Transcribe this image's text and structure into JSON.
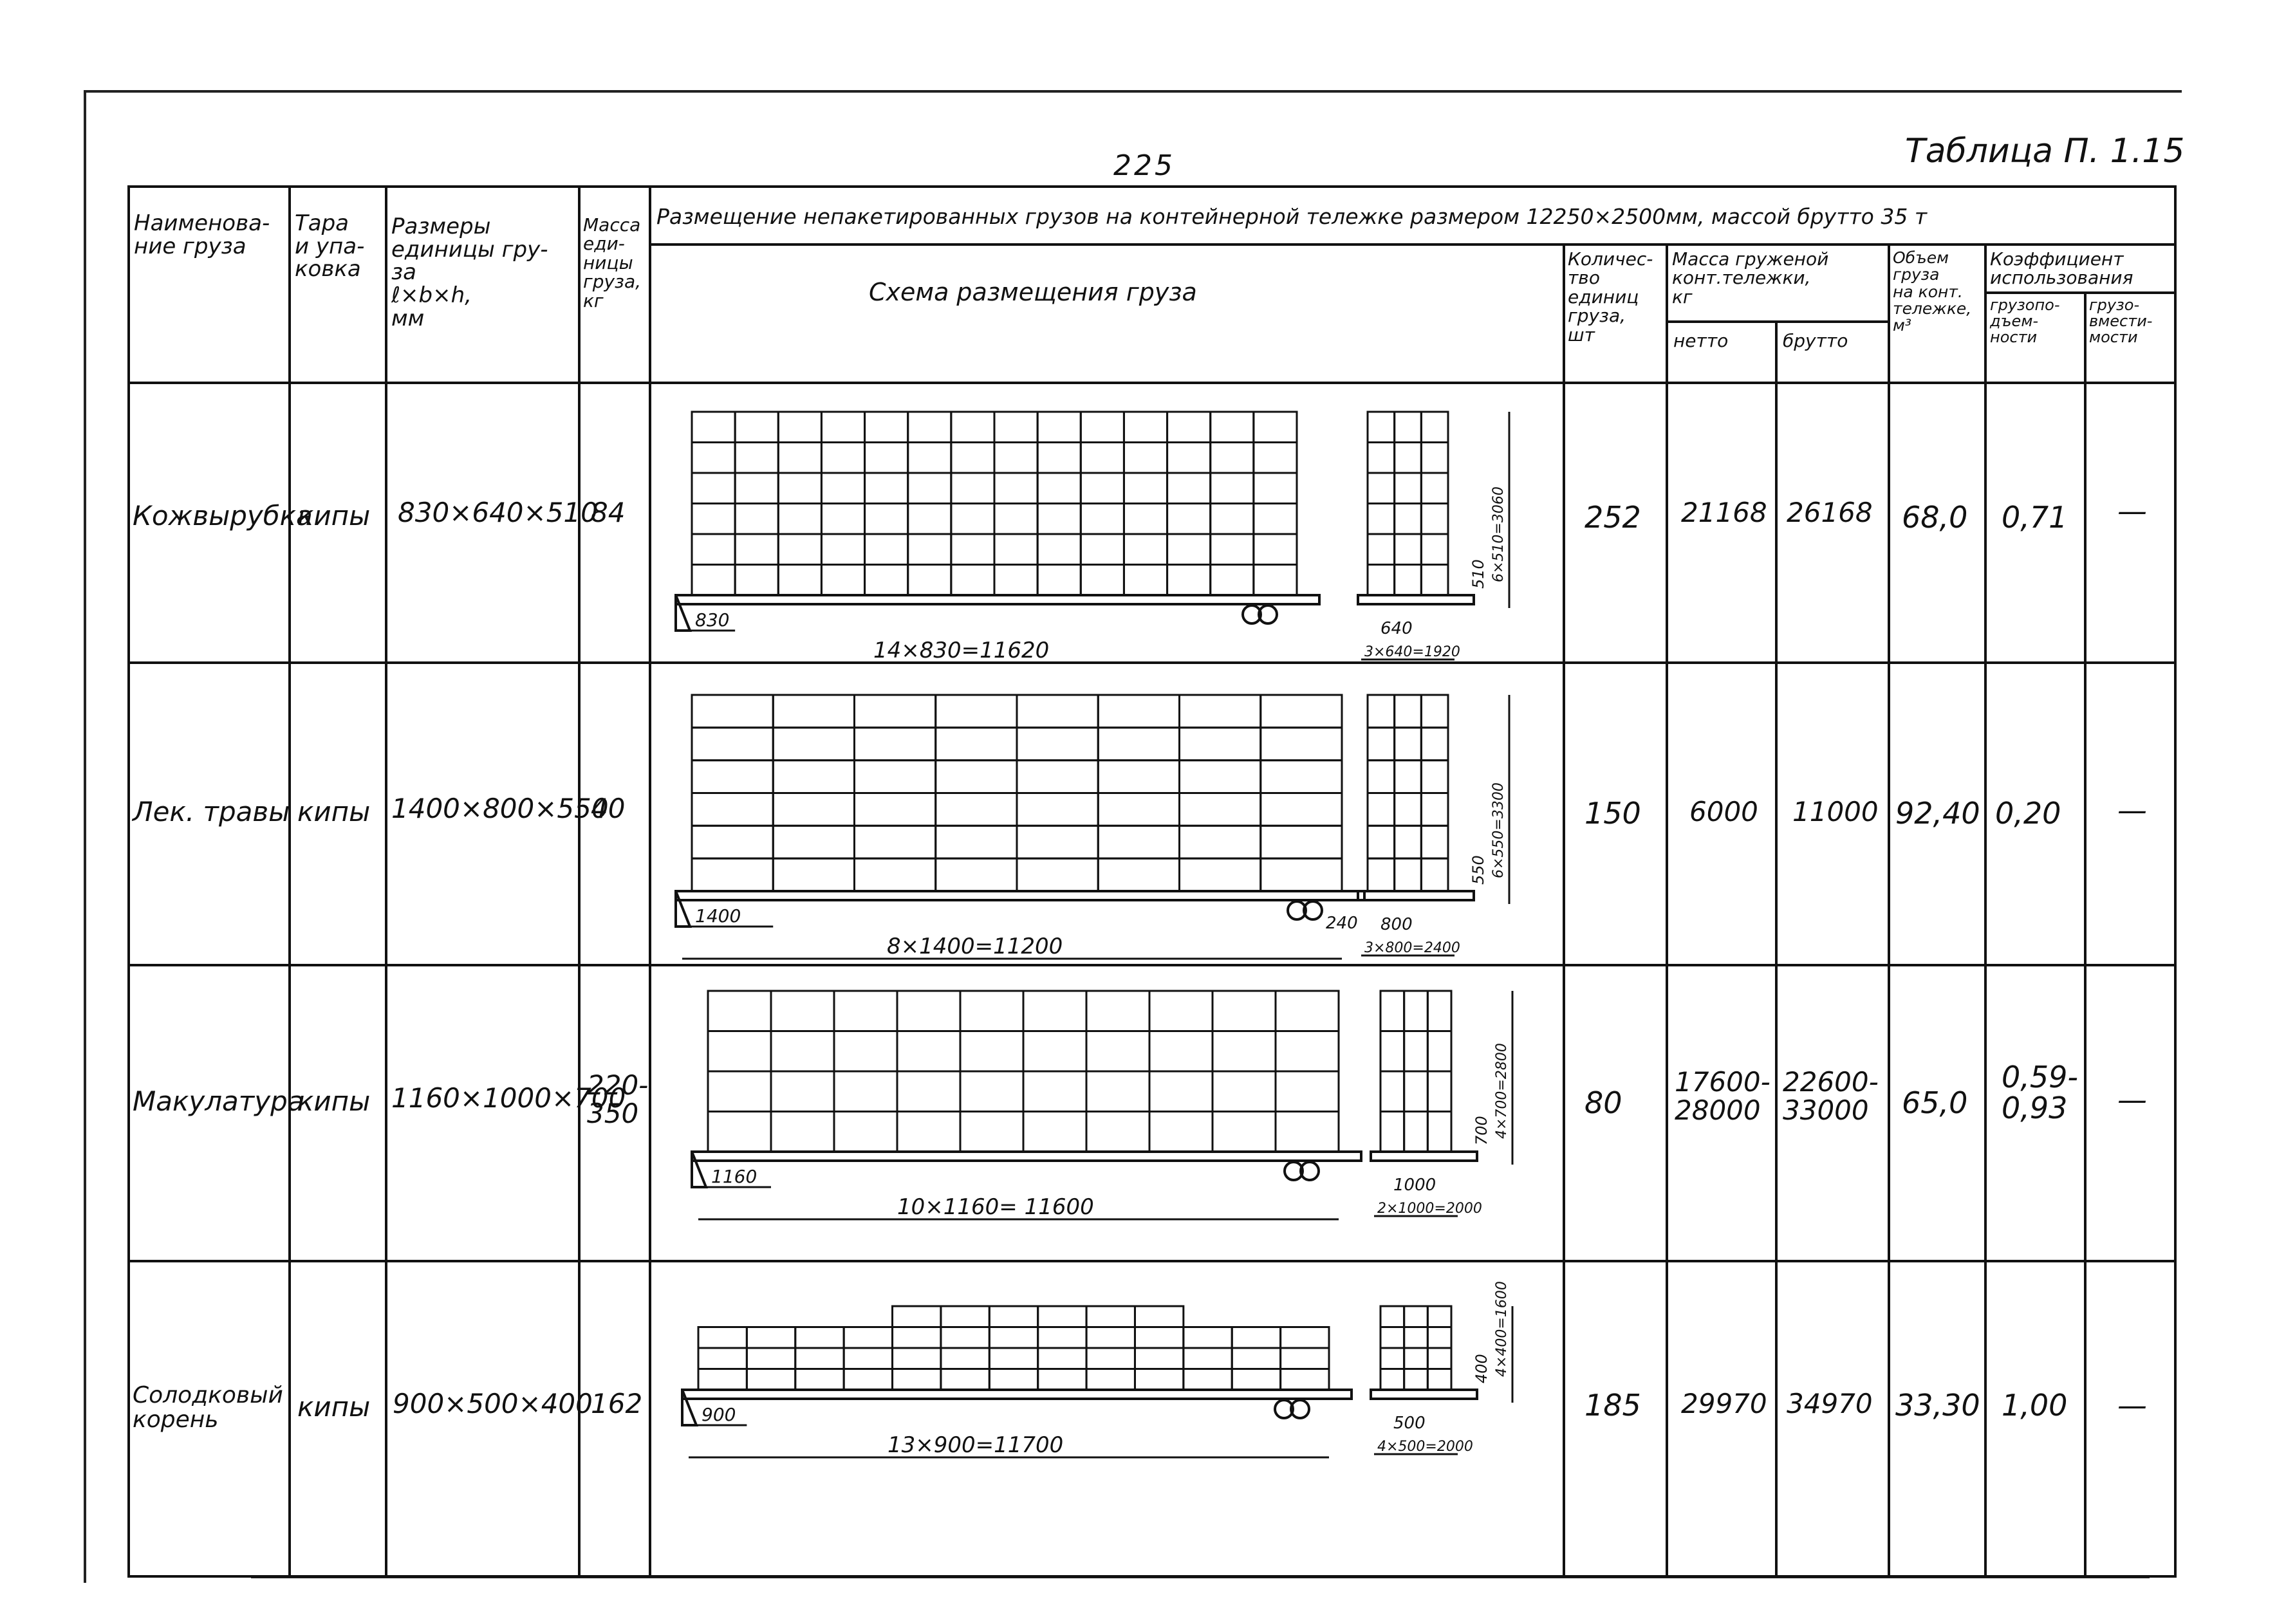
{
  "page_number": "225",
  "table_title": "Таблица П. 1.15",
  "headers": {
    "col_name": "Наименова-\nние груза",
    "col_pack": "Тара\nи упа-\nковка",
    "col_size": "Размеры\nединицы гру-\nза\nℓ×b×h,\nмм",
    "col_mass": "Масса\nеди-\nницы\nгруза,\nкг",
    "span_title": "Размещение непакетированных грузов на контейнерной тележке размером 12250×2500мм, массой брутто 35 т",
    "scheme": "Схема размещения груза",
    "count": "Количес-\nтво\nединиц\nгруза,\nшт",
    "mass_group": "Масса груженой\nконт.тележки,\nкг",
    "netto": "нетто",
    "brutto": "брутто",
    "volume": "Объем\nгруза\nна конт.\nтележке,\nм³",
    "coef_group": "Коэффициент\nиспользования",
    "coef_cap": "грузопо-\nдъем-\nности",
    "coef_vol": "грузо-\nвмести-\nмости"
  },
  "rows": [
    {
      "name": "Кожвырубка",
      "pack": "кипы",
      "size": "830×640×510",
      "mass": "84",
      "count": "252",
      "netto": "21168",
      "brutto": "26168",
      "volume": "68,0",
      "coef_cap": "0,71",
      "coef_vol": "—",
      "scheme": {
        "unit": "830",
        "total": "14×830=11620",
        "side_unit": "640",
        "side_total": "3×640=1920",
        "height_unit": "510",
        "height_total": "6×510=3060",
        "cols": 14,
        "layers": 6
      }
    },
    {
      "name": "Лек. травы",
      "pack": "кипы",
      "size": "1400×800×550",
      "mass": "40",
      "count": "150",
      "netto": "6000",
      "brutto": "11000",
      "volume": "92,40",
      "coef_cap": "0,20",
      "coef_vol": "—",
      "scheme": {
        "unit": "1400",
        "total": "8×1400=11200",
        "side_unit": "800",
        "side_total": "3×800=2400",
        "height_unit": "550",
        "height_total": "6×550=3300",
        "cols": 8,
        "layers": 6,
        "extra": "240"
      }
    },
    {
      "name": "Макулатура",
      "pack": "кипы",
      "size": "1160×1000×700",
      "mass": "220-\n350",
      "count": "80",
      "netto": "17600-\n28000",
      "brutto": "22600-\n33000",
      "volume": "65,0",
      "coef_cap": "0,59-\n0,93",
      "coef_vol": "—",
      "scheme": {
        "unit": "1160",
        "total": "10×1160= 11600",
        "side_unit": "1000",
        "side_total": "2×1000=2000",
        "height_unit": "700",
        "height_total": "4×700=2800",
        "cols": 10,
        "layers": 4
      }
    },
    {
      "name": "Солодковый\nкорень",
      "pack": "кипы",
      "size": "900×500×400",
      "mass": "162",
      "count": "185",
      "netto": "29970",
      "brutto": "34970",
      "volume": "33,30",
      "coef_cap": "1,00",
      "coef_vol": "—",
      "scheme": {
        "unit": "900",
        "total": "13×900=11700",
        "side_unit": "500",
        "side_total": "4×500=2000",
        "height_unit": "400",
        "height_total": "4×400=1600",
        "cols": 13,
        "layers": 4
      }
    }
  ]
}
